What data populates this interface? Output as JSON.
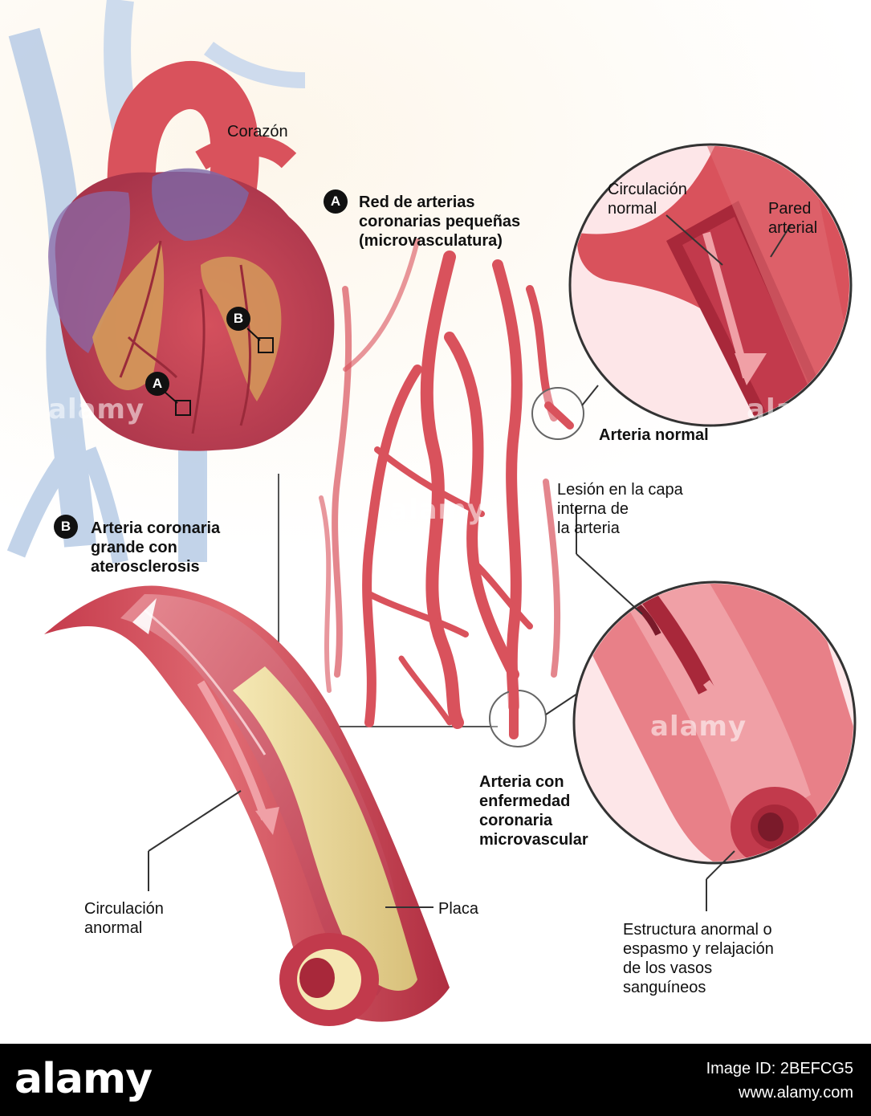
{
  "labels": {
    "heart": "Corazón",
    "microvasculature": "Red de arterias\ncoronarias pequeñas\n(microvasculatura)",
    "normal_flow": "Circulación\nnormal",
    "arterial_wall": "Pared\narterial",
    "normal_artery": "Arteria normal",
    "inner_layer_injury": "Lesión en la capa\ninterna de\nla arteria",
    "large_coronary": "Arteria coronaria\ngrande con\naterosclerosis",
    "micro_disease_artery": "Arteria con\nenfermedad\ncoronaria\nmicrovascular",
    "abnormal_flow": "Circulación\nanormal",
    "plaque": "Placa",
    "abnormal_structure": "Estructura anormal o\nespasmo y relajación\nde los vasos\nsanguíneos"
  },
  "markers": {
    "a": "A",
    "b": "B"
  },
  "watermark": "alamy",
  "footer": {
    "logo": "alamy",
    "image_id": "Image ID: 2BEFCG5",
    "url": "www.alamy.com"
  },
  "colors": {
    "artery_red": "#d9525c",
    "artery_dark": "#a8283a",
    "artery_light": "#f0a0a6",
    "plaque_yellow": "#efdc9a",
    "vein_blue": "#b8cce6",
    "heart_fat": "#d49a5a",
    "heart_purple": "#8a6aa8",
    "footer_bg": "#000000"
  }
}
